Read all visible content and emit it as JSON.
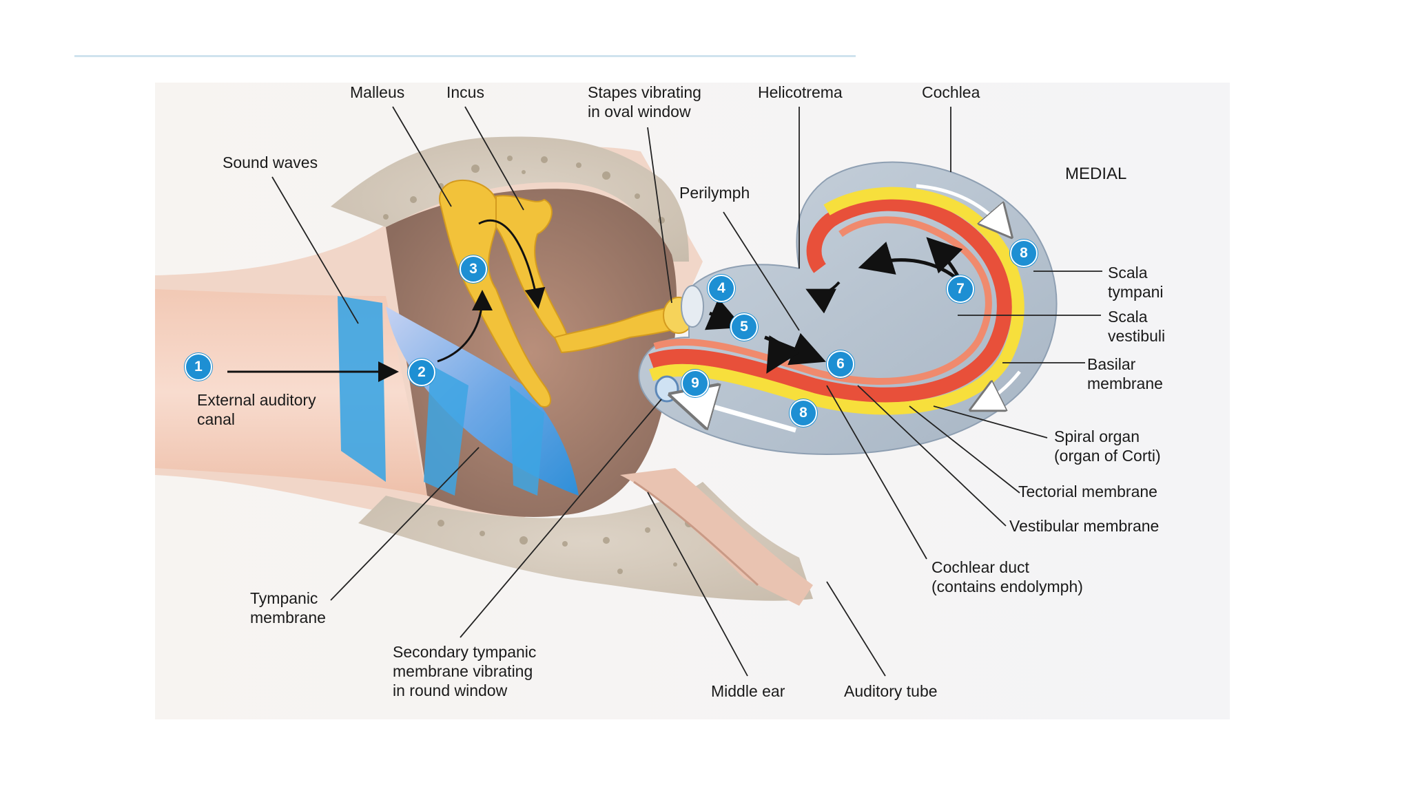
{
  "labels": {
    "malleus": "Malleus",
    "incus": "Incus",
    "stapes": "Stapes vibrating\nin oval window",
    "helicotrema": "Helicotrema",
    "cochlea": "Cochlea",
    "sound_waves": "Sound waves",
    "medial": "MEDIAL",
    "perilymph": "Perilymph",
    "scala_tympani": "Scala\ntympani",
    "scala_vestibuli": "Scala\nvestibuli",
    "basilar_membrane": "Basilar\nmembrane",
    "external_auditory_canal": "External auditory\ncanal",
    "spiral_organ": "Spiral organ\n(organ of Corti)",
    "tectorial_membrane": "Tectorial membrane",
    "vestibular_membrane": "Vestibular membrane",
    "cochlear_duct": "Cochlear duct\n(contains endolymph)",
    "tympanic_membrane": "Tympanic\nmembrane",
    "secondary_tympanic_membrane": "Secondary tympanic\nmembrane vibrating\nin round window",
    "middle_ear": "Middle ear",
    "auditory_tube": "Auditory tube"
  },
  "steps": {
    "s1": "1",
    "s2": "2",
    "s3": "3",
    "s4": "4",
    "s5": "5",
    "s6": "6",
    "s7": "7",
    "s8a": "8",
    "s8b": "8",
    "s9": "9"
  },
  "colors": {
    "step_badge": "#1d8fd3",
    "ossicles": "#f2c23a",
    "bone": "#d9cfc2",
    "cochlea_fluid": "#b9c7d6",
    "basilar_red": "#e8503a",
    "basilar_yellow": "#f7df3c",
    "tympanic_blue": "#4aa8e0"
  }
}
